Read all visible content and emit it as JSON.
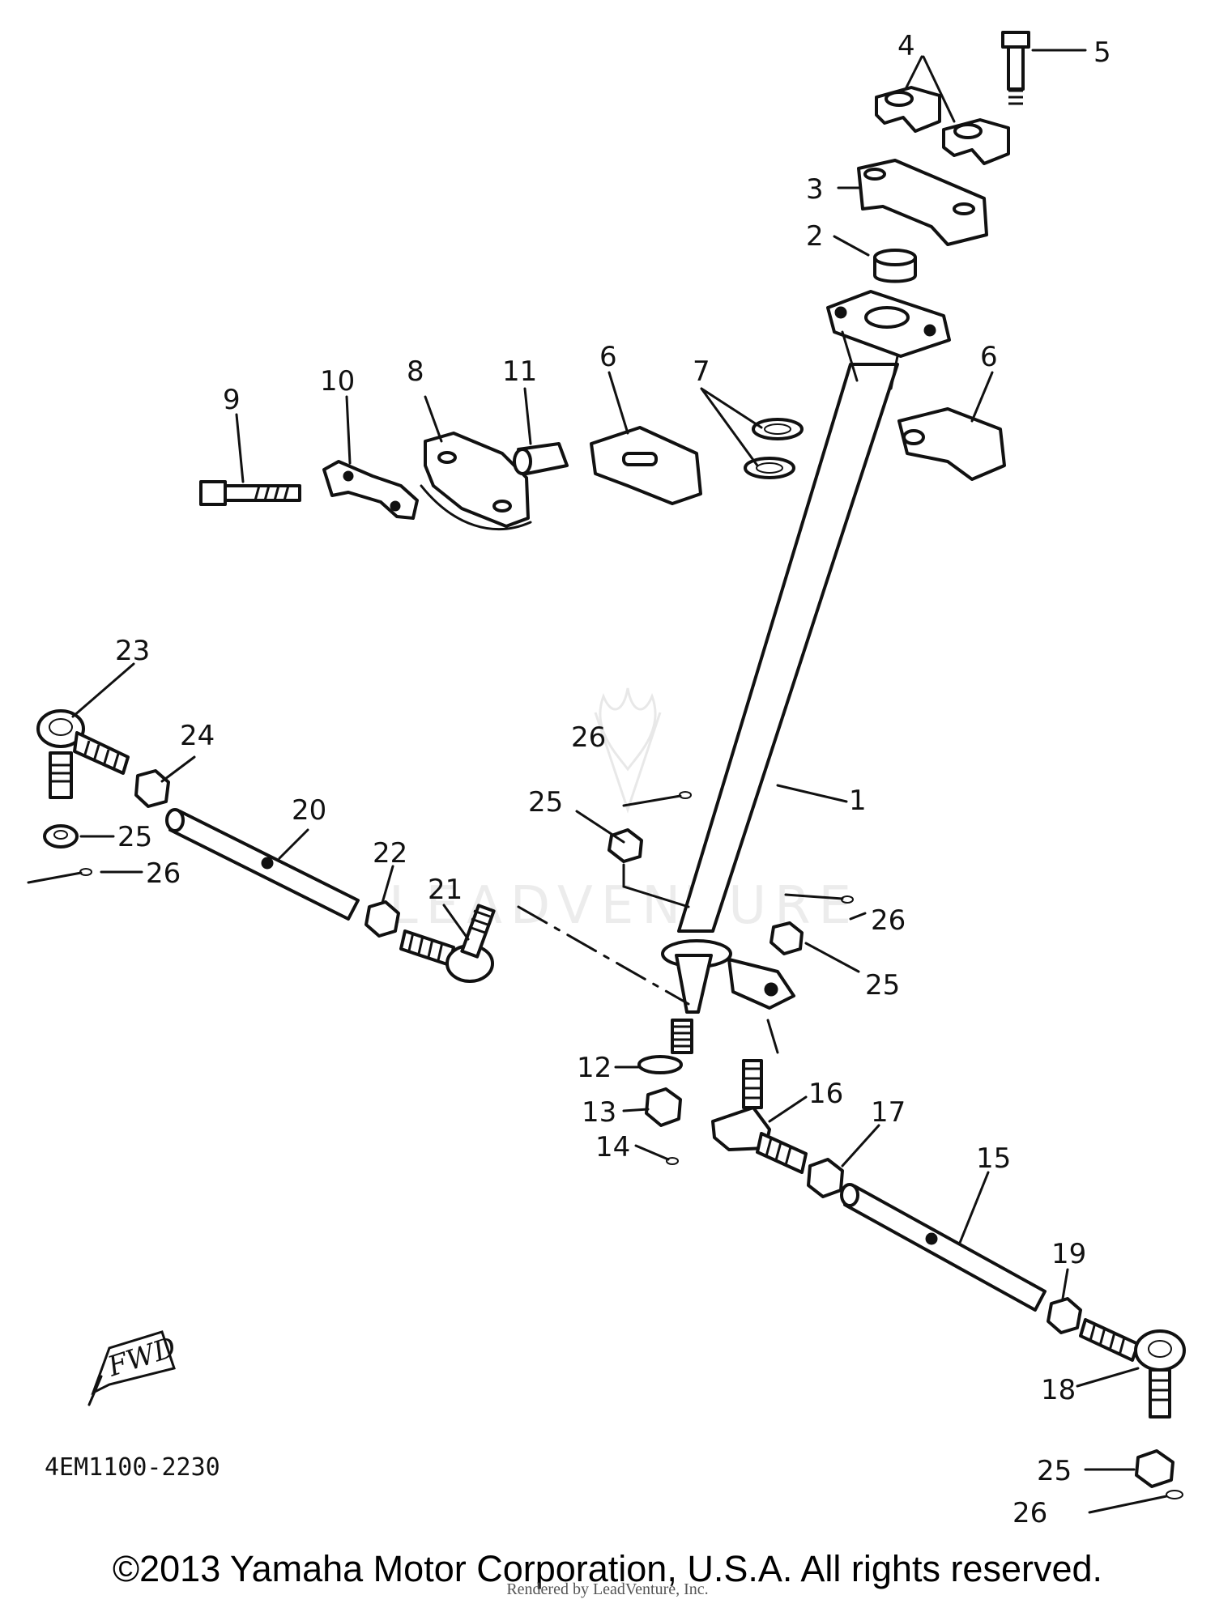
{
  "diagram": {
    "code": "4EM1100-2230",
    "fwd_marker": "FWD",
    "watermark": "LEADVENTURE",
    "callouts": [
      "5",
      "4",
      "3",
      "2",
      "6",
      "7",
      "11",
      "8",
      "10",
      "9",
      "1",
      "23",
      "24",
      "25",
      "26",
      "20",
      "22",
      "21",
      "26",
      "25",
      "26",
      "25",
      "12",
      "13",
      "14",
      "16",
      "17",
      "15",
      "19",
      "18",
      "25",
      "26"
    ]
  },
  "footer": {
    "copyright": "©2013 Yamaha Motor Corporation, U.S.A. All rights reserved.",
    "rendered_by": "Rendered by LeadVenture, Inc."
  }
}
